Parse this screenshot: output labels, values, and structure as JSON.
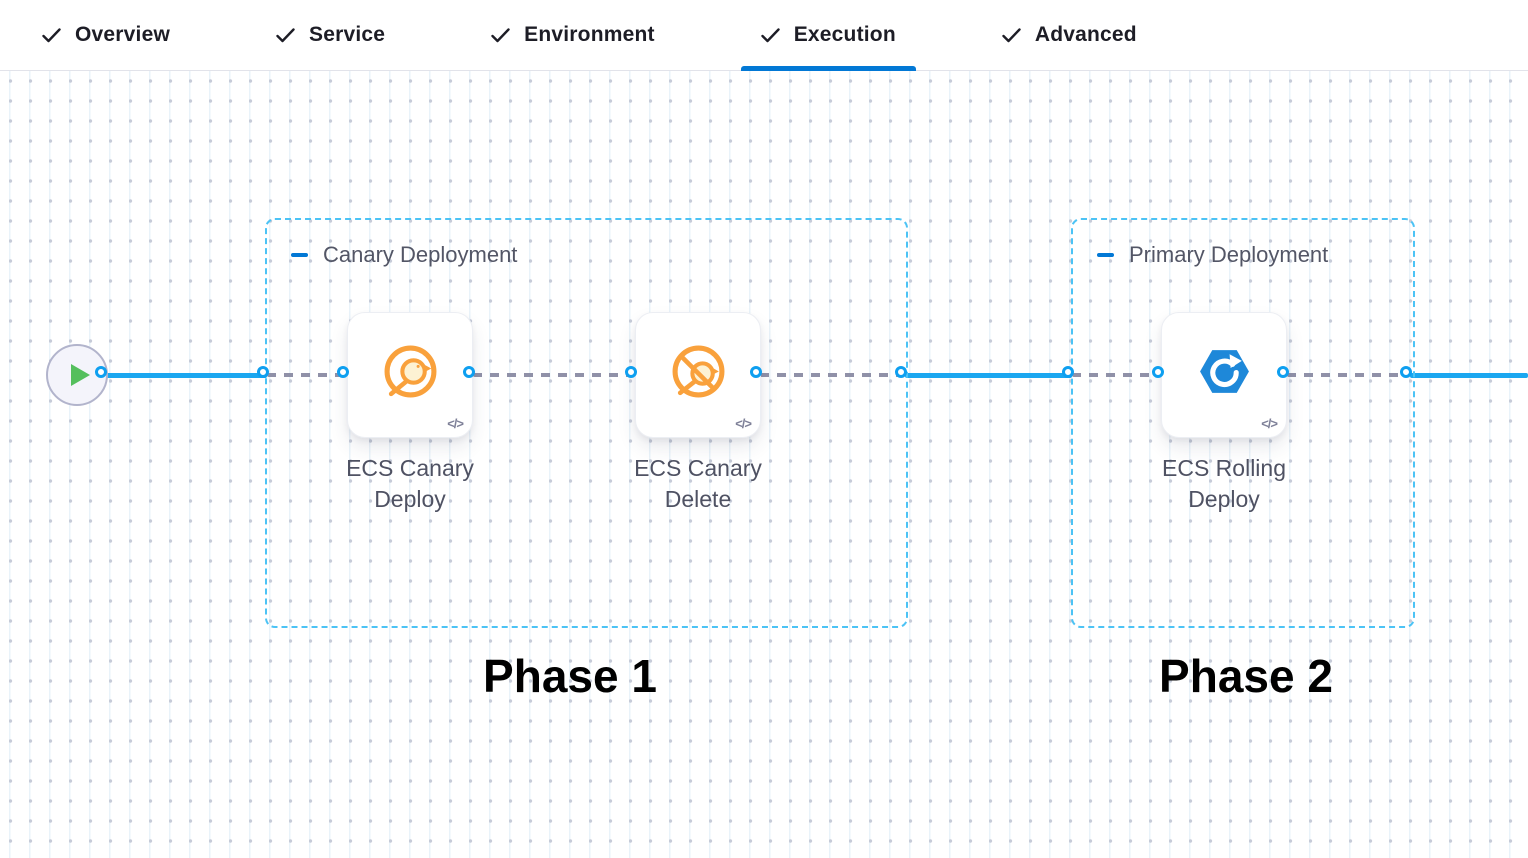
{
  "tabs": {
    "items": [
      {
        "label": "Overview",
        "checked": true,
        "active": false
      },
      {
        "label": "Service",
        "checked": true,
        "active": false
      },
      {
        "label": "Environment",
        "checked": true,
        "active": false
      },
      {
        "label": "Execution",
        "checked": true,
        "active": true
      },
      {
        "label": "Advanced",
        "checked": true,
        "active": false
      }
    ]
  },
  "canvas": {
    "start_node_icon": "play-icon",
    "step_code_badge": "</>",
    "groups": [
      {
        "label": "Canary Deployment",
        "phase": "Phase 1",
        "steps": [
          {
            "label": "ECS Canary Deploy",
            "icon": "ecs-canary-deploy-icon"
          },
          {
            "label": "ECS Canary Delete",
            "icon": "ecs-canary-delete-icon"
          }
        ]
      },
      {
        "label": "Primary Deployment",
        "phase": "Phase 2",
        "steps": [
          {
            "label": "ECS Rolling Deploy",
            "icon": "ecs-rolling-deploy-icon"
          }
        ]
      }
    ]
  },
  "colors": {
    "accent": "#0278d5",
    "line": "#1ba7f0",
    "port": "#0e9ff0",
    "dash": "#9091a8",
    "groupBorder": "#4cc3f5",
    "canaryOrange": "#f9a13c",
    "ecsBlue": "#1e88d9",
    "playGreen": "#54bf5d"
  }
}
